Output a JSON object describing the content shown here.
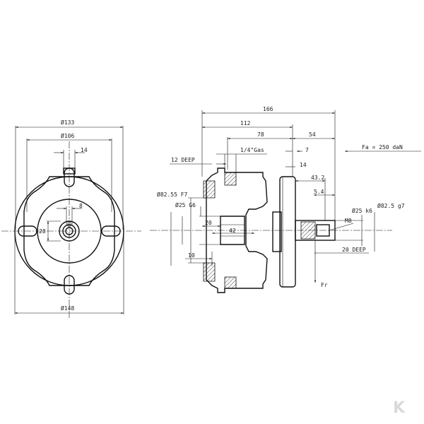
{
  "front_view": {
    "dim_outer": "Ø133",
    "dim_bolt": "Ø106",
    "dim_key": "14",
    "dim_hub": "8",
    "dim_bore": "28",
    "dim_flange": "Ø148"
  },
  "side_view": {
    "dim_total": "166",
    "dim_112": "112",
    "dim_78": "78",
    "dim_54": "54",
    "port": "1/4\"Gas",
    "dim_7": "7",
    "deep_12": "12 DEEP",
    "dim_14": "14",
    "dim_43": "43.2",
    "pilot_f7": "Ø82.55 F7",
    "bore_g6": "Ø25 G6",
    "dim_5": "5.4",
    "shaft_k6": "Ø25 k6",
    "pilot_g7": "Ø82.5 g7",
    "dim_20": "20",
    "dim_42": "42",
    "thread": "M8",
    "dim_10": "10",
    "deep_20": "20 DEEP",
    "axial_force": "Fa = 250 daN",
    "radial_force": "Fr"
  },
  "logo": {
    "mark": "K"
  }
}
